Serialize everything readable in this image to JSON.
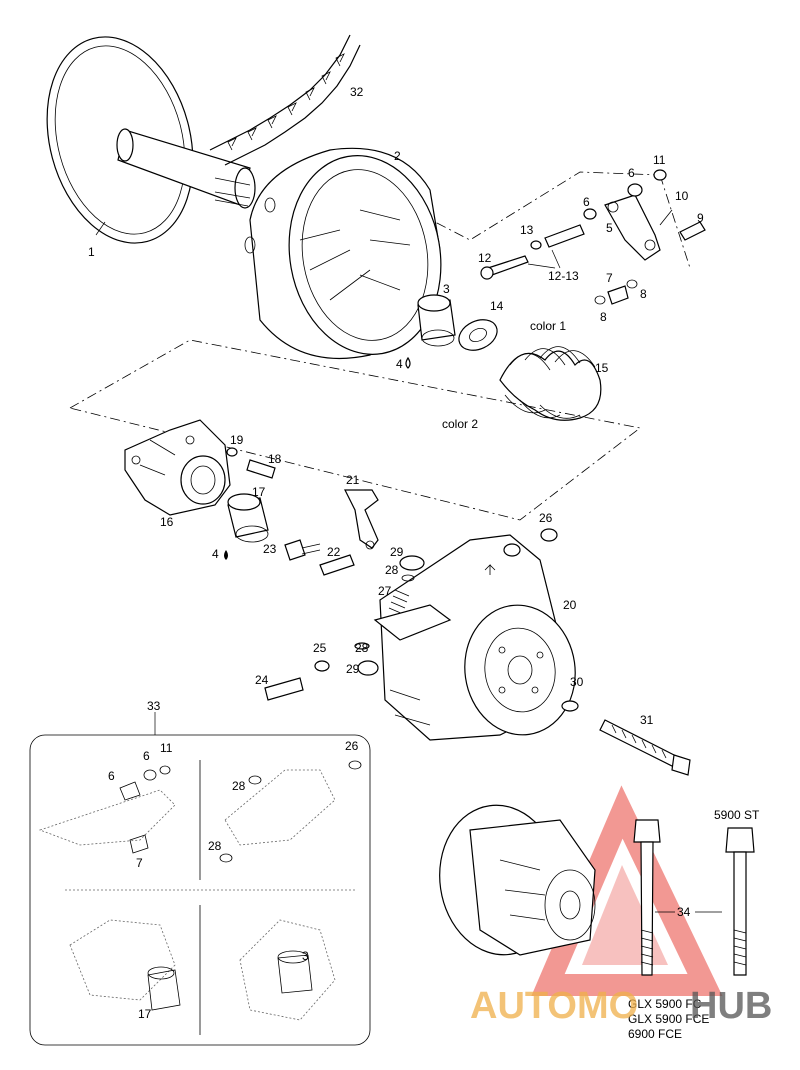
{
  "callouts": {
    "p1": "1",
    "p2": "2",
    "p3": "3",
    "p4a": "4",
    "p5": "5",
    "p6a": "6",
    "p6b": "6",
    "p7": "7",
    "p8a": "8",
    "p8b": "8",
    "p9": "9",
    "p10": "10",
    "p11": "11",
    "p12": "12",
    "p13": "13",
    "p12_13": "12-13",
    "p14": "14",
    "p15": "15",
    "p16": "16",
    "p17": "17",
    "p4b": "4",
    "p18": "18",
    "p19": "19",
    "p20": "20",
    "p21": "21",
    "p22": "22",
    "p23": "23",
    "p24": "24",
    "p25": "25",
    "p26": "26",
    "p27": "27",
    "p28a": "28",
    "p28b": "28",
    "p29a": "29",
    "p29b": "29",
    "p30": "30",
    "p31": "31",
    "p32": "32",
    "p33": "33",
    "p34": "34",
    "color1": "color 1",
    "color2": "color 2",
    "inset_6a": "6",
    "inset_11": "11",
    "inset_6b": "6",
    "inset_7": "7",
    "inset_26": "26",
    "inset_28a": "28",
    "inset_28b": "28",
    "inset_3": "3",
    "inset_17": "17"
  },
  "variant_labels": {
    "st": "5900 ST",
    "fc": "GLX 5900 FC",
    "fce": "GLX 5900 FCE",
    "fce6900": "6900 FCE"
  },
  "watermark": {
    "text_left": "AUTOMO",
    "text_right": "HUB",
    "color": "#e8453c",
    "text_color": "#f0b04a"
  },
  "colors": {
    "line": "#000000",
    "background": "#ffffff"
  }
}
